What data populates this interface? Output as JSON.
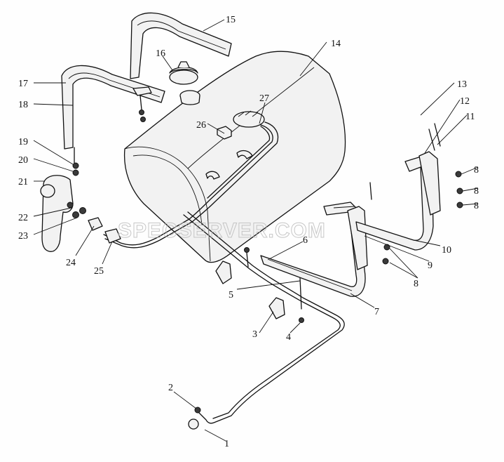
{
  "diagram": {
    "watermark": "SPECSERVER.COM",
    "callouts": [
      "1",
      "2",
      "3",
      "4",
      "5",
      "6",
      "7",
      "8",
      "8",
      "8",
      "8",
      "9",
      "10",
      "11",
      "12",
      "13",
      "14",
      "15",
      "16",
      "17",
      "18",
      "19",
      "20",
      "21",
      "22",
      "23",
      "24",
      "25",
      "26",
      "27"
    ]
  }
}
